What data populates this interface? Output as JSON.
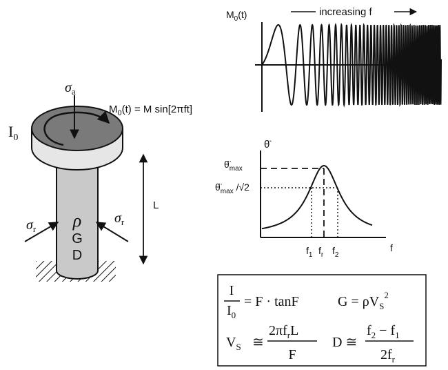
{
  "top_plot": {
    "y_axis_label": "M",
    "y_axis_sub": "0",
    "y_axis_suffix": "(t)",
    "sweep_label": "increasing f"
  },
  "specimen": {
    "axial_stress": "σ",
    "axial_sub": "a",
    "torque_eq_lhs": "M",
    "torque_eq_lhs_sub": "0",
    "torque_eq_rhs": "(t) = M sin[2πft]",
    "inertia": "I",
    "inertia_sub": "0",
    "length": "L",
    "confining_left": "σ",
    "confining_left_sub": "r",
    "confining_right": "σ",
    "confining_right_sub": "r",
    "density": "ρ",
    "shear_modulus": "G",
    "damping": "D"
  },
  "resonance_plot": {
    "y_axis_label": "θ̈",
    "max_label": "θ̈",
    "max_sub": "max",
    "half_power_label": "θ̈",
    "half_power_sub": "max",
    "half_power_suffix": " /√2",
    "x_axis_label": "f",
    "f1": "f",
    "f1_sub": "1",
    "fr": "f",
    "fr_sub": "r",
    "f2": "f",
    "f2_sub": "2"
  },
  "equations": {
    "inertia_num": "I",
    "inertia_den": "I",
    "inertia_den_sub": "0",
    "inertia_rhs": "= F · tanF",
    "G_eq": "G = ρV",
    "G_eq_sub": "S",
    "G_eq_sup": "2",
    "Vs_lhs": "V",
    "Vs_lhs_sub": "S",
    "Vs_approx": "≅",
    "Vs_num": "2πf",
    "Vs_num_sub": "r",
    "Vs_num_tail": "L",
    "Vs_den": "F",
    "D_lhs": "D ≅",
    "D_num_a": "f",
    "D_num_a_sub": "2",
    "D_num_minus": " − f",
    "D_num_b_sub": "1",
    "D_den": "2f",
    "D_den_sub": "r"
  },
  "colors": {
    "ink": "#111111",
    "platen_top": "#7a7a7a",
    "specimen_fill": "#c9c9c9"
  }
}
